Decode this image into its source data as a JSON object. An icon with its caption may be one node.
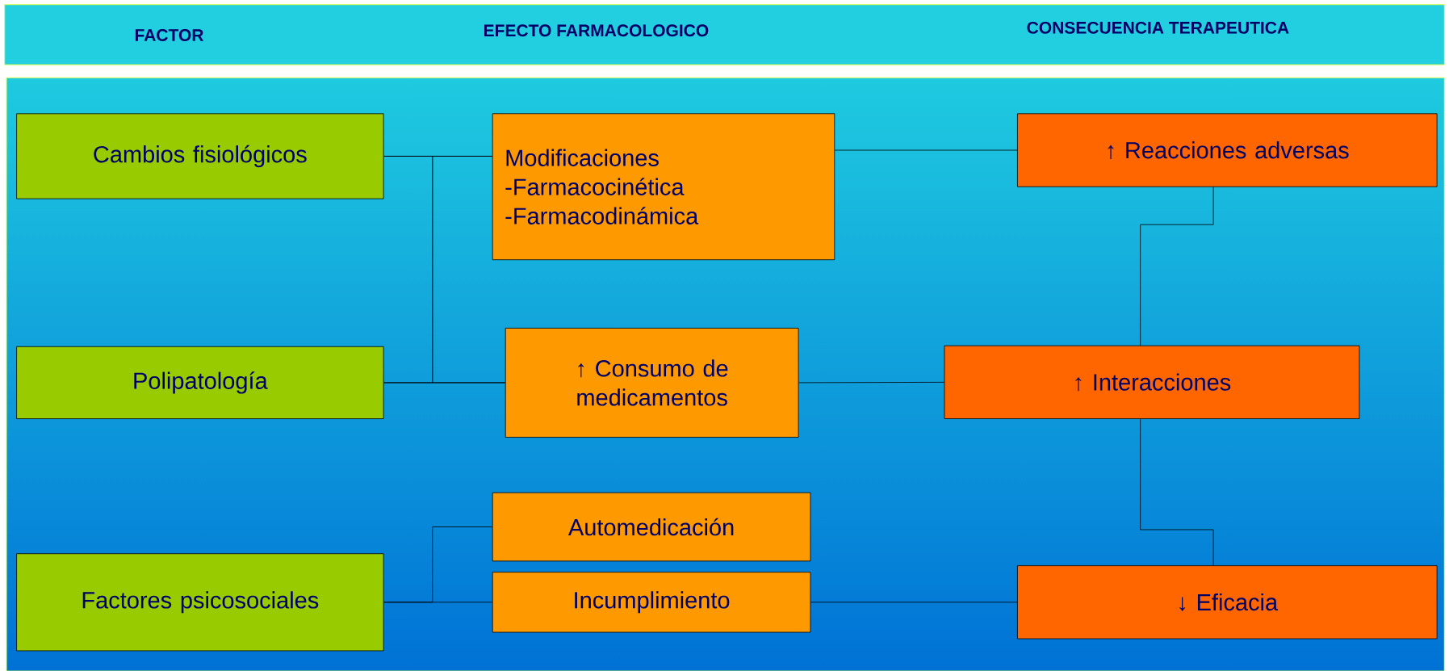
{
  "diagram": {
    "nodes": [
      {
        "text": [
          "Cambios fisiológicos"
        ]
      },
      {
        "text": [
          "Polipatología"
        ]
      },
      {
        "text": [
          "Factores psicosociales"
        ]
      },
      {
        "text": [
          "Modificaciones",
          "-Farmacocinética",
          "-Farmacodinámica"
        ]
      },
      {
        "text": [
          "↑ Consumo de medicamentos"
        ]
      },
      {
        "text": [
          "Automedicación"
        ]
      },
      {
        "text": [
          "Incumplimiento"
        ]
      },
      {
        "text": [
          "↑ Reacciones adversas"
        ]
      },
      {
        "text": [
          "↑ Interacciones"
        ]
      },
      {
        "text": [
          "↓ Eficacia"
        ]
      }
    ],
    "edges": [
      {
        "from": 0,
        "to": 3,
        "arrow": "none"
      },
      {
        "from": 0,
        "to": 4,
        "arrow": "none"
      },
      {
        "from": 1,
        "to": 3,
        "arrow": "none"
      },
      {
        "from": 1,
        "to": 4,
        "arrow": "none"
      },
      {
        "from": 2,
        "to": 5,
        "arrow": "none"
      },
      {
        "from": 2,
        "to": 6,
        "arrow": "none"
      },
      {
        "from": 3,
        "to": 7,
        "arrow": "none"
      },
      {
        "from": 4,
        "to": 8,
        "arrow": "none"
      },
      {
        "from": 6,
        "to": 9,
        "arrow": "none"
      },
      {
        "from": 7,
        "to": 8,
        "arrow": "none"
      },
      {
        "from": 8,
        "to": 9,
        "arrow": "none"
      }
    ],
    "labels": [
      "FACTOR",
      "EFECTO FARMACOLOGICO",
      "CONSECUENCIA TERAPEUTICA"
    ]
  }
}
